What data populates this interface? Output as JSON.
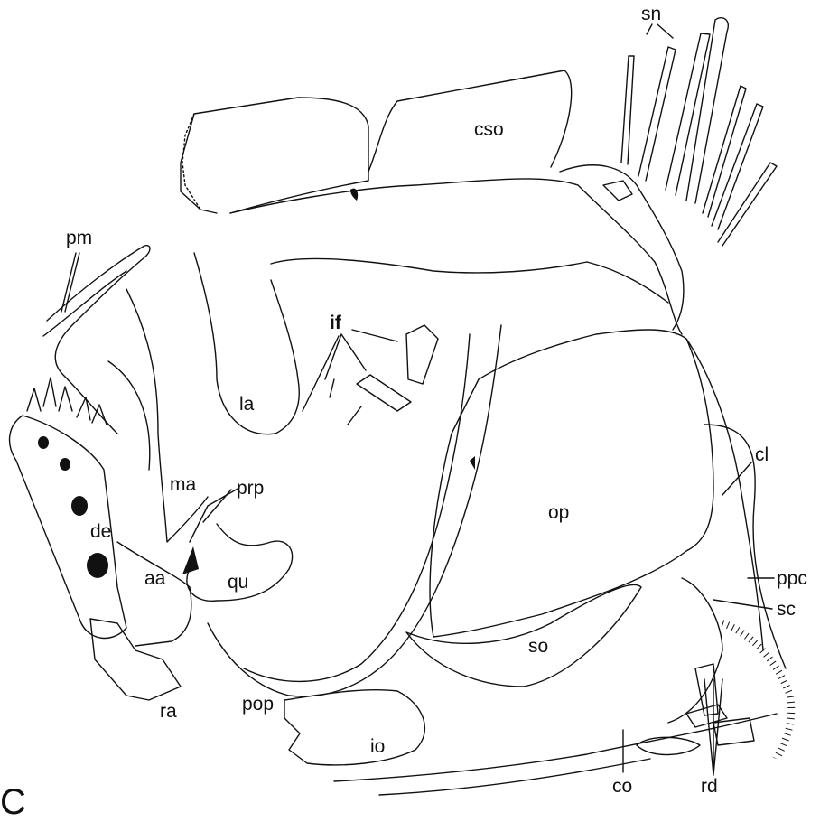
{
  "figure": {
    "panel_letter": "C",
    "labels": {
      "sn": "sn",
      "cso": "cso",
      "pm": "pm",
      "if": "if",
      "la": "la",
      "ma": "ma",
      "prp": "prp",
      "de": "de",
      "aa": "aa",
      "qu": "qu",
      "op": "op",
      "cl": "cl",
      "ppc": "ppc",
      "sc": "sc",
      "so": "so",
      "ra": "ra",
      "pop": "pop",
      "io": "io",
      "rd": "rd",
      "co": "co"
    }
  }
}
